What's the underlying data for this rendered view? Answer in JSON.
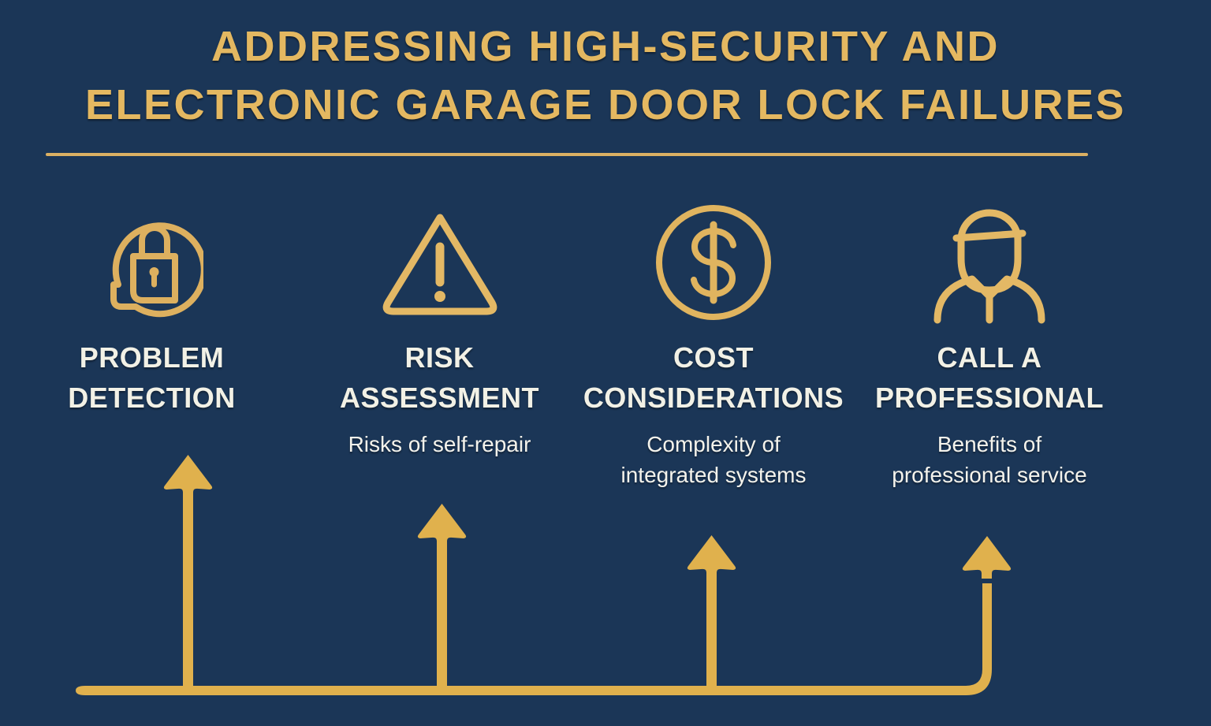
{
  "background_color": "#1b3657",
  "accent_gold": "#e4b861",
  "arrow_gold": "#e0b14d",
  "heading_color": "#f2f1e6",
  "title": {
    "line1": "ADDRESSING HIGH-SECURITY AND",
    "line2": "ELECTRONIC GARAGE DOOR LOCK FAILURES"
  },
  "steps": [
    {
      "icon": "padlock-in-circle-icon",
      "heading_line1": "PROBLEM",
      "heading_line2": "DETECTION",
      "subtitle_line1": "",
      "subtitle_line2": ""
    },
    {
      "icon": "warning-triangle-icon",
      "heading_line1": "RISK",
      "heading_line2": "ASSESSMENT",
      "subtitle_line1": "Risks of self-repair",
      "subtitle_line2": ""
    },
    {
      "icon": "dollar-coin-icon",
      "heading_line1": "COST",
      "heading_line2": "CONSIDERATIONS",
      "subtitle_line1": "Complexity of",
      "subtitle_line2": "integrated systems"
    },
    {
      "icon": "worker-person-icon",
      "heading_line1": "CALL A",
      "heading_line2": "PROFESSIONAL",
      "subtitle_line1": "Benefits of",
      "subtitle_line2": "professional service"
    }
  ]
}
